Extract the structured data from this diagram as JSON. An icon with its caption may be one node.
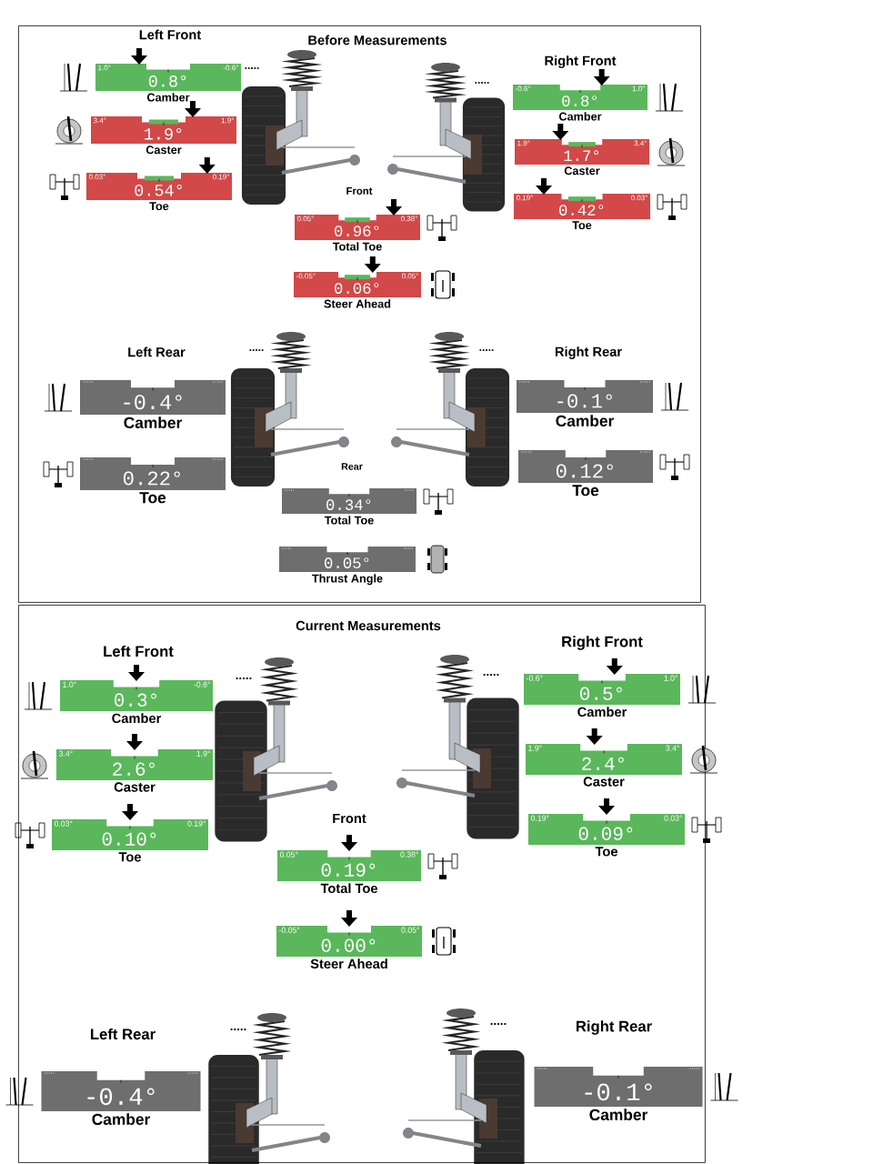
{
  "diagram": {
    "nodes": [
      {
        "text": [
          "Before Measurements"
        ]
      },
      {
        "text": [
          "1.0°",
          "-0.6°",
          "0.8°"
        ],
        "beside": [
          "Camber"
        ],
        "in": 0
      },
      {
        "text": [
          "-0.6°",
          "1.0°",
          "0.8°"
        ],
        "beside": [
          "Camber"
        ],
        "in": 0
      },
      {
        "text": [
          "3.4°",
          "1.9°",
          "1.9°"
        ],
        "beside": [
          "Caster"
        ],
        "in": 0
      },
      {
        "text": [
          "1.9°",
          "3.4°",
          "1.7°"
        ],
        "beside": [
          "Caster"
        ],
        "in": 0
      },
      {
        "text": [
          "0.03°",
          "0.19°",
          "0.54°"
        ],
        "beside": [
          "Toe"
        ],
        "in": 0
      },
      {
        "text": [
          "0.19°",
          "0.03°",
          "0.42°"
        ],
        "beside": [
          "Toe"
        ],
        "in": 0
      },
      {
        "text": [
          "0.05°",
          "0.38°",
          "0.96°"
        ],
        "beside": [
          "Total Toe"
        ],
        "in": 0
      },
      {
        "text": [
          "-0.05°",
          "0.05°",
          "0.06°"
        ],
        "beside": [
          "Steer Ahead"
        ],
        "in": 0
      },
      {
        "text": [
          ".....",
          ".....",
          "-0.4°"
        ],
        "beside": [
          "Camber"
        ],
        "in": 0
      },
      {
        "text": [
          ".....",
          ".....",
          "-0.1°"
        ],
        "beside": [
          "Camber"
        ],
        "in": 0
      },
      {
        "text": [
          ".....",
          ".....",
          "0.22°"
        ],
        "beside": [
          "Toe"
        ],
        "in": 0
      },
      {
        "text": [
          ".....",
          ".....",
          "0.12°"
        ],
        "beside": [
          "Toe"
        ],
        "in": 0
      },
      {
        "text": [
          ".....",
          ".....",
          "0.34°"
        ],
        "beside": [
          "Total Toe"
        ],
        "in": 0
      },
      {
        "text": [
          ".....",
          ".....",
          "0.05°"
        ],
        "beside": [
          "Thrust Angle"
        ],
        "in": 0
      },
      {
        "text": [
          "Current Measurements"
        ]
      },
      {
        "text": [
          "1.0°",
          "-0.6°",
          "0.3°"
        ],
        "beside": [
          "Camber"
        ],
        "in": 15
      },
      {
        "text": [
          "-0.6°",
          "1.0°",
          "0.5°"
        ],
        "beside": [
          "Camber"
        ],
        "in": 15
      },
      {
        "text": [
          "3.4°",
          "1.9°",
          "2.6°"
        ],
        "beside": [
          "Caster"
        ],
        "in": 15
      },
      {
        "text": [
          "1.9°",
          "3.4°",
          "2.4°"
        ],
        "beside": [
          "Caster"
        ],
        "in": 15
      },
      {
        "text": [
          "0.03°",
          "0.19°",
          "0.10°"
        ],
        "beside": [
          "Toe"
        ],
        "in": 15
      },
      {
        "text": [
          "0.19°",
          "0.03°",
          "0.09°"
        ],
        "beside": [
          "Toe"
        ],
        "in": 15
      },
      {
        "text": [
          "0.05°",
          "0.38°",
          "0.19°"
        ],
        "beside": [
          "Total Toe"
        ],
        "in": 15
      },
      {
        "text": [
          "-0.05°",
          "0.05°",
          "0.00°"
        ],
        "beside": [
          "Steer Ahead"
        ],
        "in": 15
      },
      {
        "text": [
          ".....",
          ".....",
          "-0.4°"
        ],
        "beside": [
          "Camber"
        ],
        "in": 15
      },
      {
        "text": [
          ".....",
          ".....",
          "-0.1°"
        ],
        "beside": [
          "Camber"
        ],
        "in": 15
      }
    ],
    "labels": [
      "Left Front",
      "Right Front",
      ".....",
      ".....",
      "Front",
      "Left Rear",
      ".....",
      ".....",
      "Right Rear",
      "Rear",
      "Left Front",
      ".....",
      ".....",
      "Right Front",
      "Front",
      "Left Rear",
      ".....",
      ".....",
      "Right Rear"
    ]
  }
}
